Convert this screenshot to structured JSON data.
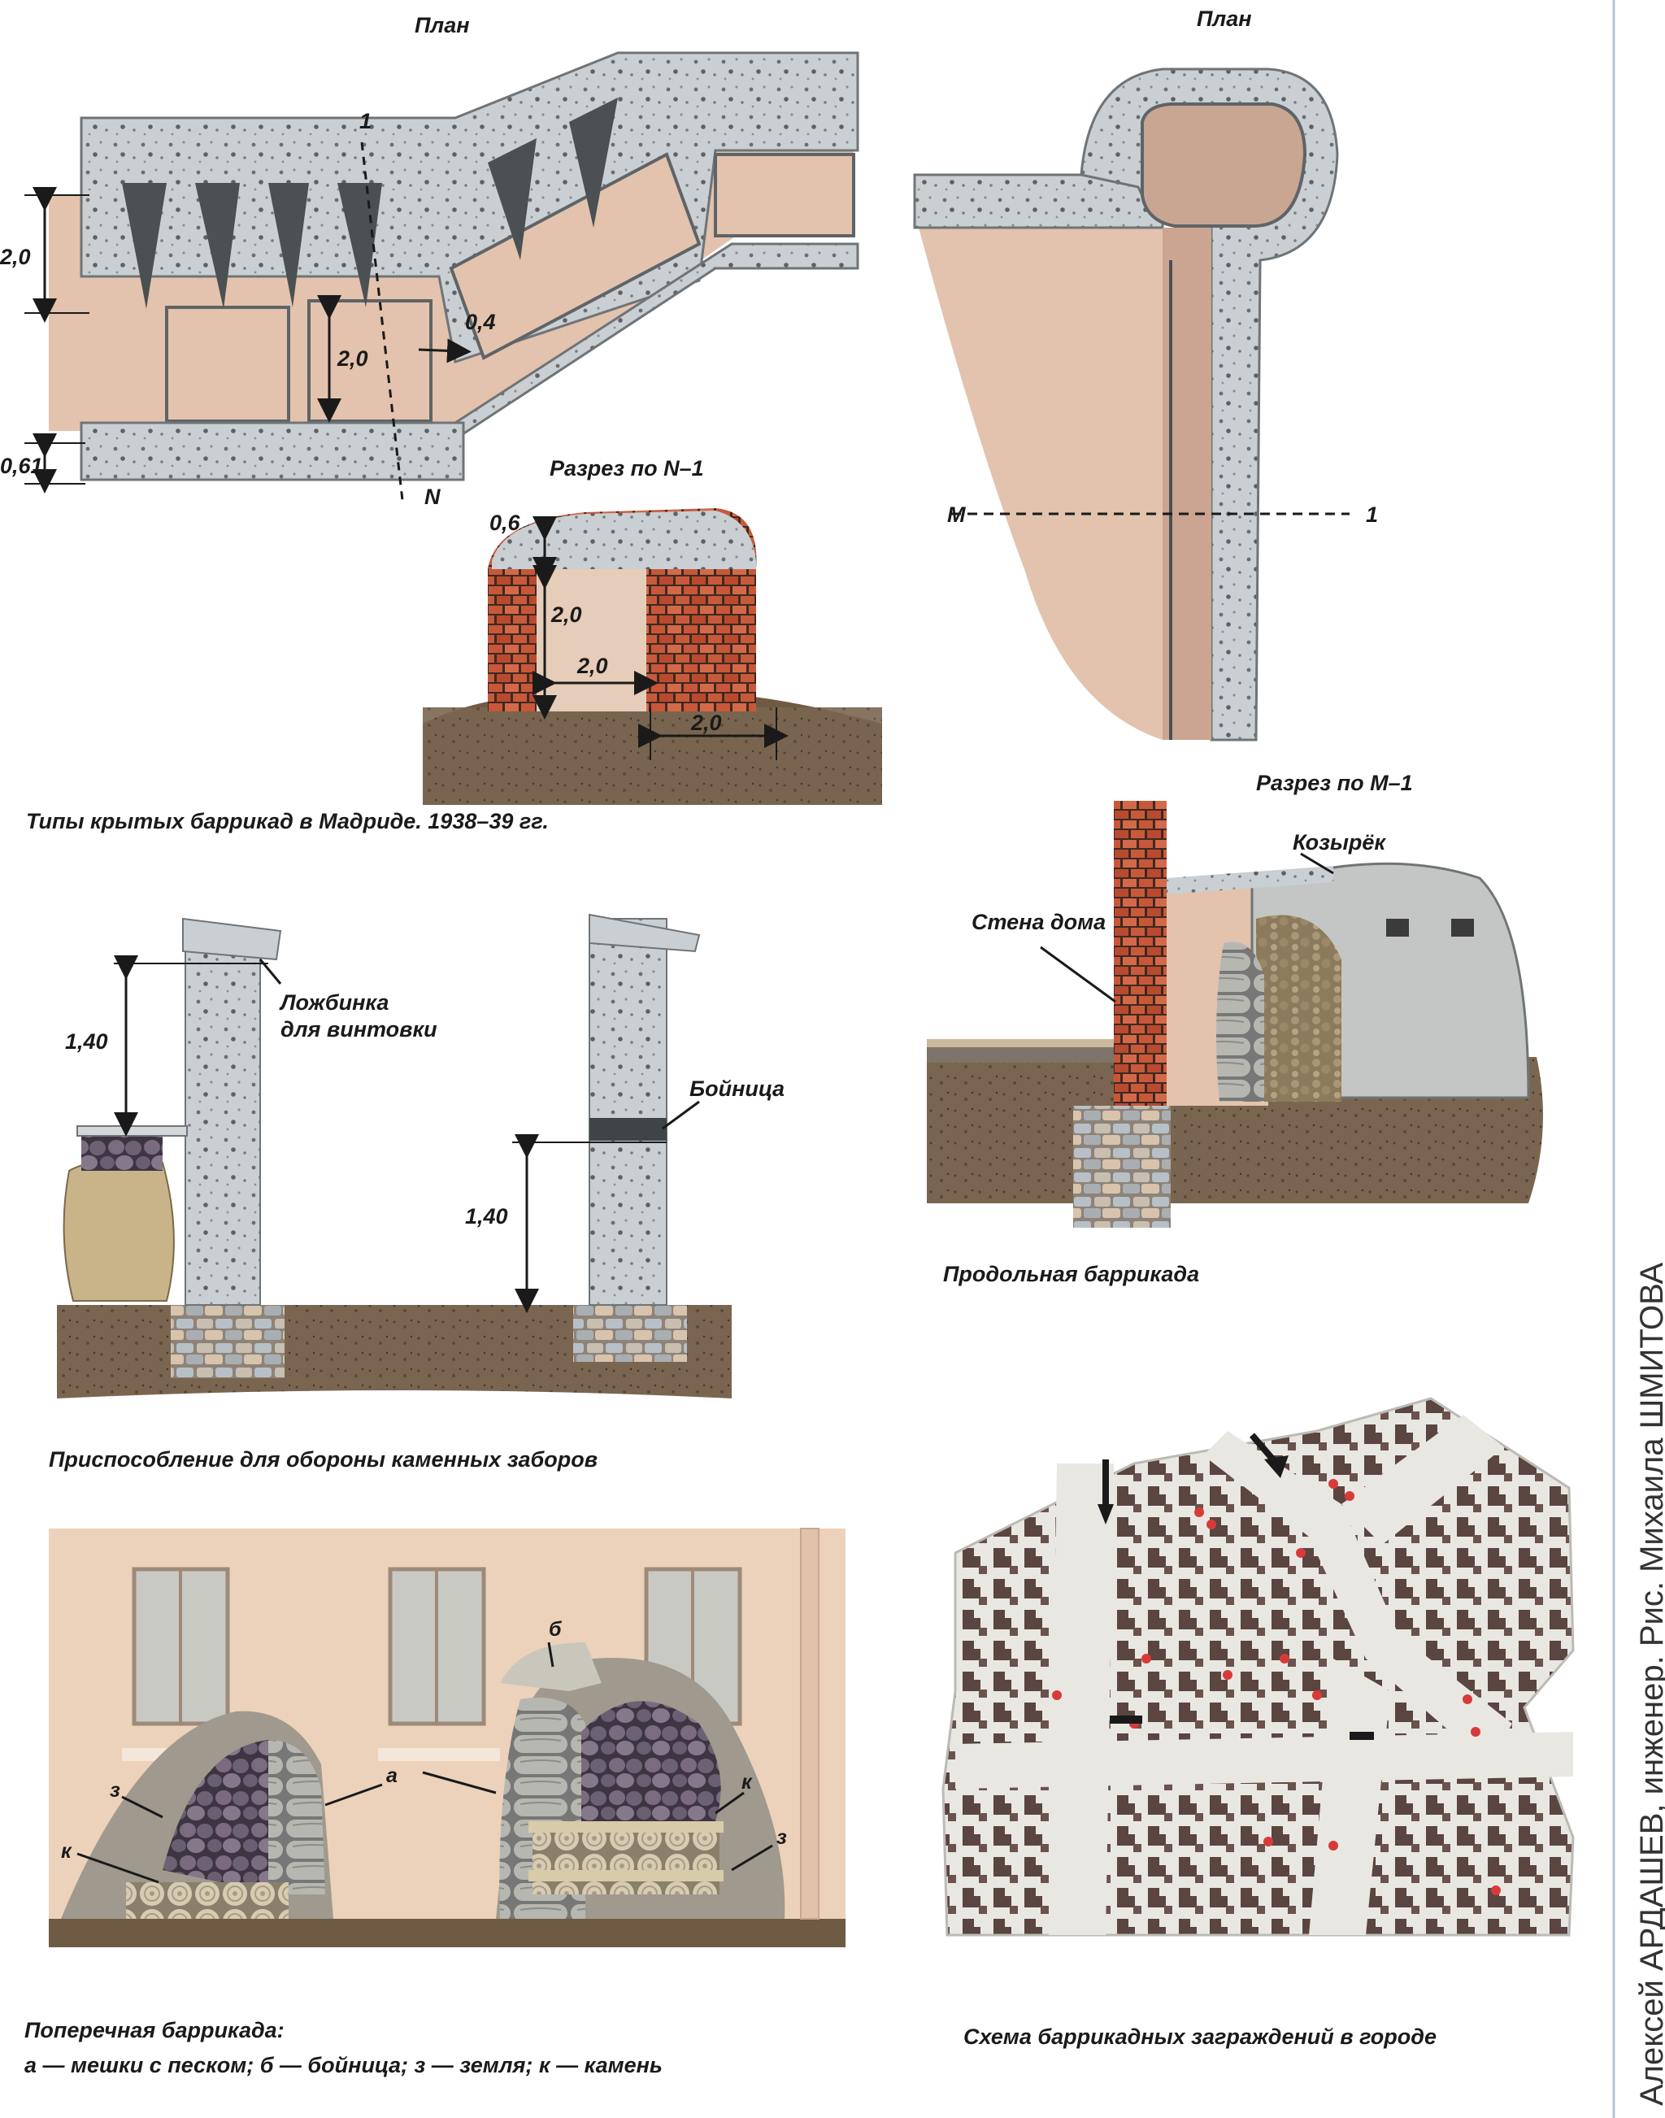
{
  "plan_left": {
    "title": "План",
    "dim_width": "2,0",
    "dim_cell": "2,0",
    "dim_gap": "0,4",
    "dim_wall": "0,61",
    "section_top": "1",
    "section_bottom": "N"
  },
  "section_n1": {
    "title": "Разрез по N–1",
    "dim_roof": "0,6",
    "dim_height": "2,0",
    "dim_inner": "2,0",
    "dim_base": "2,0"
  },
  "caption_madrid": "Типы крытых баррикад в Мадриде. 1938–39 гг.",
  "plan_right": {
    "title": "План",
    "section_left": "M",
    "section_right": "1"
  },
  "section_m1": {
    "title": "Разрез по M–1",
    "label_visor": "Козырёк",
    "label_wall": "Стена дома"
  },
  "caption_longitudinal": "Продольная баррикада",
  "fence": {
    "label_groove_line1": "Ложбинка",
    "label_groove_line2": "для винтовки",
    "label_loophole": "Бойница",
    "dim_left": "1,40",
    "dim_right": "1,40"
  },
  "caption_fence": "Приспособление для обороны каменных заборов",
  "transverse": {
    "label_z1": "з",
    "label_k1": "к",
    "label_a": "а",
    "label_b": "б",
    "label_k2": "к",
    "label_z2": "з"
  },
  "caption_transverse_line1": "Поперечная баррикада:",
  "caption_transverse_line2": "а — мешки с песком; б — бойница; з — земля; к — камень",
  "caption_scheme": "Схема баррикадных заграждений в городе",
  "credit": "Алексей АРДАШЕВ, инженер. Рис. Михаила ШМИТОВА",
  "colors": {
    "concrete": "#c9cfd3",
    "sand": "#e3c3ad",
    "brick": "#c8573a",
    "earth": "#6f5a44",
    "building": "#5a4540",
    "wall": "#ecd2bb"
  }
}
